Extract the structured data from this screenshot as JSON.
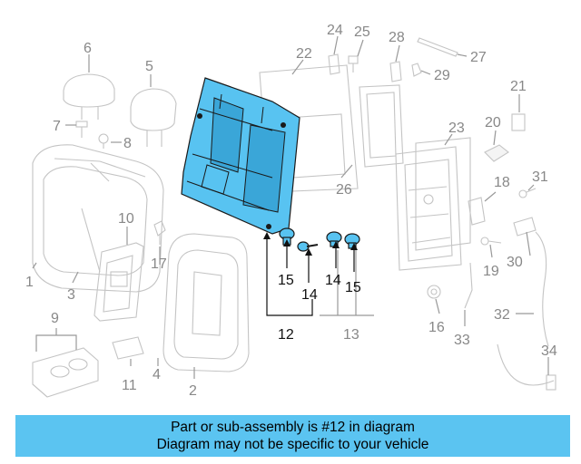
{
  "banner": {
    "line1": "Part or sub-assembly is #12 in diagram",
    "line2": "Diagram may not be specific to your vehicle"
  },
  "callouts": {
    "n1": "1",
    "n2": "2",
    "n3": "3",
    "n4": "4",
    "n5": "5",
    "n6": "6",
    "n7": "7",
    "n8": "8",
    "n9": "9",
    "n10": "10",
    "n11": "11",
    "n12": "12",
    "n13": "13",
    "n14a": "14",
    "n14b": "14",
    "n15a": "15",
    "n15b": "15",
    "n16": "16",
    "n17": "17",
    "n18": "18",
    "n19": "19",
    "n20": "20",
    "n21": "21",
    "n22": "22",
    "n23": "23",
    "n24": "24",
    "n25": "25",
    "n26": "26",
    "n27": "27",
    "n28": "28",
    "n29": "29",
    "n30": "30",
    "n31": "31",
    "n32": "32",
    "n33": "33",
    "n34": "34"
  },
  "colors": {
    "highlight": "#58c3f1",
    "banner": "#5bc4f1",
    "ghost_lines": "#c4c4c4",
    "callout_text": "#888888"
  }
}
